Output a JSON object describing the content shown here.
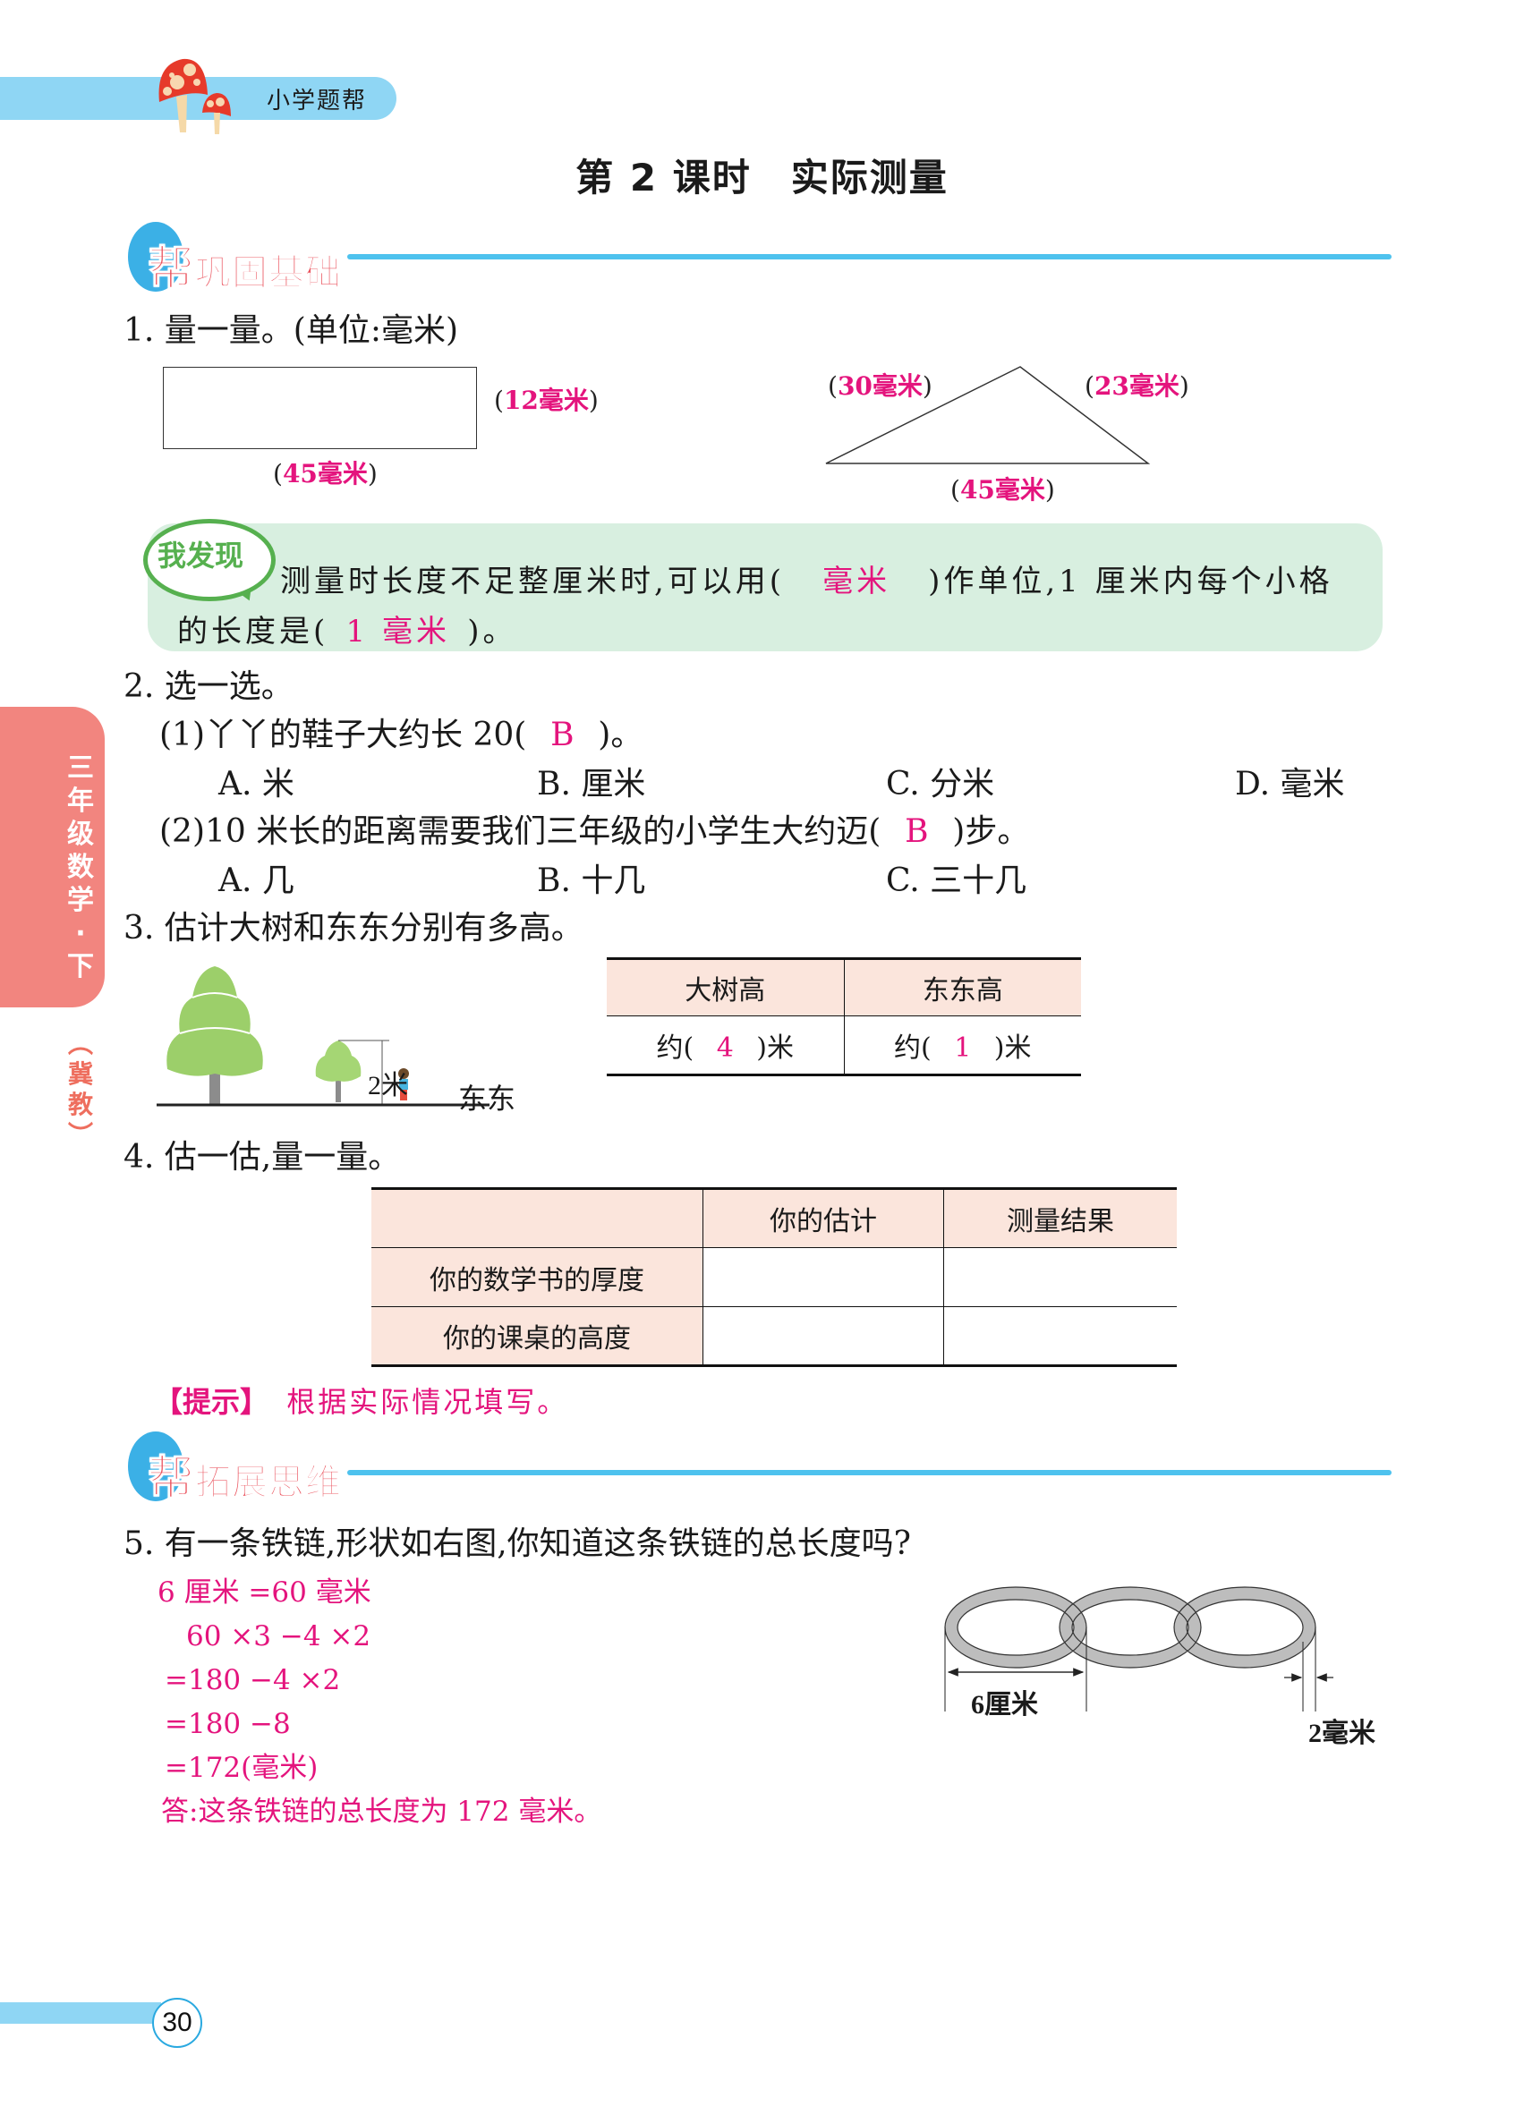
{
  "header": {
    "brand": "小学题帮",
    "icon": "mushroom-icon"
  },
  "title": "第 2 课时　实际测量",
  "side_tab": {
    "grade": [
      "三",
      "年",
      "级",
      "数",
      "学",
      "·",
      "下"
    ],
    "edition": [
      "︵",
      "冀",
      "教",
      "︶"
    ]
  },
  "sections": [
    {
      "big": "帮",
      "label": "巩固基础"
    },
    {
      "big": "帮",
      "label": "拓展思维"
    }
  ],
  "q1": {
    "prompt": "1. 量一量。(单位:毫米)",
    "rect": {
      "height_label": "12毫米",
      "width_label": "45毫米"
    },
    "triangle": {
      "left_label": "30毫米",
      "right_label": "23毫米",
      "base_label": "45毫米"
    }
  },
  "discover": {
    "badge": "我发现",
    "line1_a": "测量时长度不足整厘米时,可以用(",
    "line1_ans": "毫米",
    "line1_b": ")作单位,1 厘米内每个小格",
    "line2_a": "的长度是(",
    "line2_ans": "1 毫米",
    "line2_b": ")。"
  },
  "q2": {
    "prompt": "2. 选一选。",
    "sub1": {
      "a": "(1)丫丫的鞋子大约长 20(",
      "ans": "B",
      "b": ")。",
      "options": [
        "A. 米",
        "B. 厘米",
        "C. 分米",
        "D. 毫米"
      ]
    },
    "sub2": {
      "a": "(2)10 米长的距离需要我们三年级的小学生大约迈(",
      "ans": "B",
      "b": ")步。",
      "options": [
        "A. 几",
        "B. 十几",
        "C. 三十几"
      ]
    }
  },
  "q3": {
    "prompt": "3. 估计大树和东东分别有多高。",
    "figure": {
      "small_tree_label": "2米",
      "person_label": "东东"
    },
    "table": {
      "headers": [
        "大树高",
        "东东高"
      ],
      "row": [
        {
          "pre": "约(",
          "ans": "4",
          "post": ")米"
        },
        {
          "pre": "约(",
          "ans": "1",
          "post": ")米"
        }
      ]
    }
  },
  "q4": {
    "prompt": "4. 估一估,量一量。",
    "table": {
      "headers": [
        "",
        "你的估计",
        "测量结果"
      ],
      "rows": [
        [
          "你的数学书的厚度",
          "",
          ""
        ],
        [
          "你的课桌的高度",
          "",
          ""
        ]
      ]
    },
    "hint_label": "【提示】",
    "hint_text": "根据实际情况填写。"
  },
  "q5": {
    "prompt": "5. 有一条铁链,形状如右图,你知道这条铁链的总长度吗?",
    "solution": [
      "6 厘米 =60 毫米",
      "60 ×3 −4 ×2",
      "=180 −4 ×2",
      "=180 −8",
      "=172(毫米)",
      "答:这条铁链的总长度为 172 毫米。"
    ],
    "figure": {
      "length_label": "6厘米",
      "thickness_label": "2毫米"
    }
  },
  "page_number": "30",
  "colors": {
    "answer": "#e4147d",
    "header_blue": "#8fd6f4",
    "section_red": "#ea4f5a",
    "section_line": "#4ec2ee",
    "discover_bg": "#d8efe0",
    "discover_green": "#56b04f",
    "table_header_bg": "#fbe5dc",
    "side_tab": "#f2857f"
  }
}
